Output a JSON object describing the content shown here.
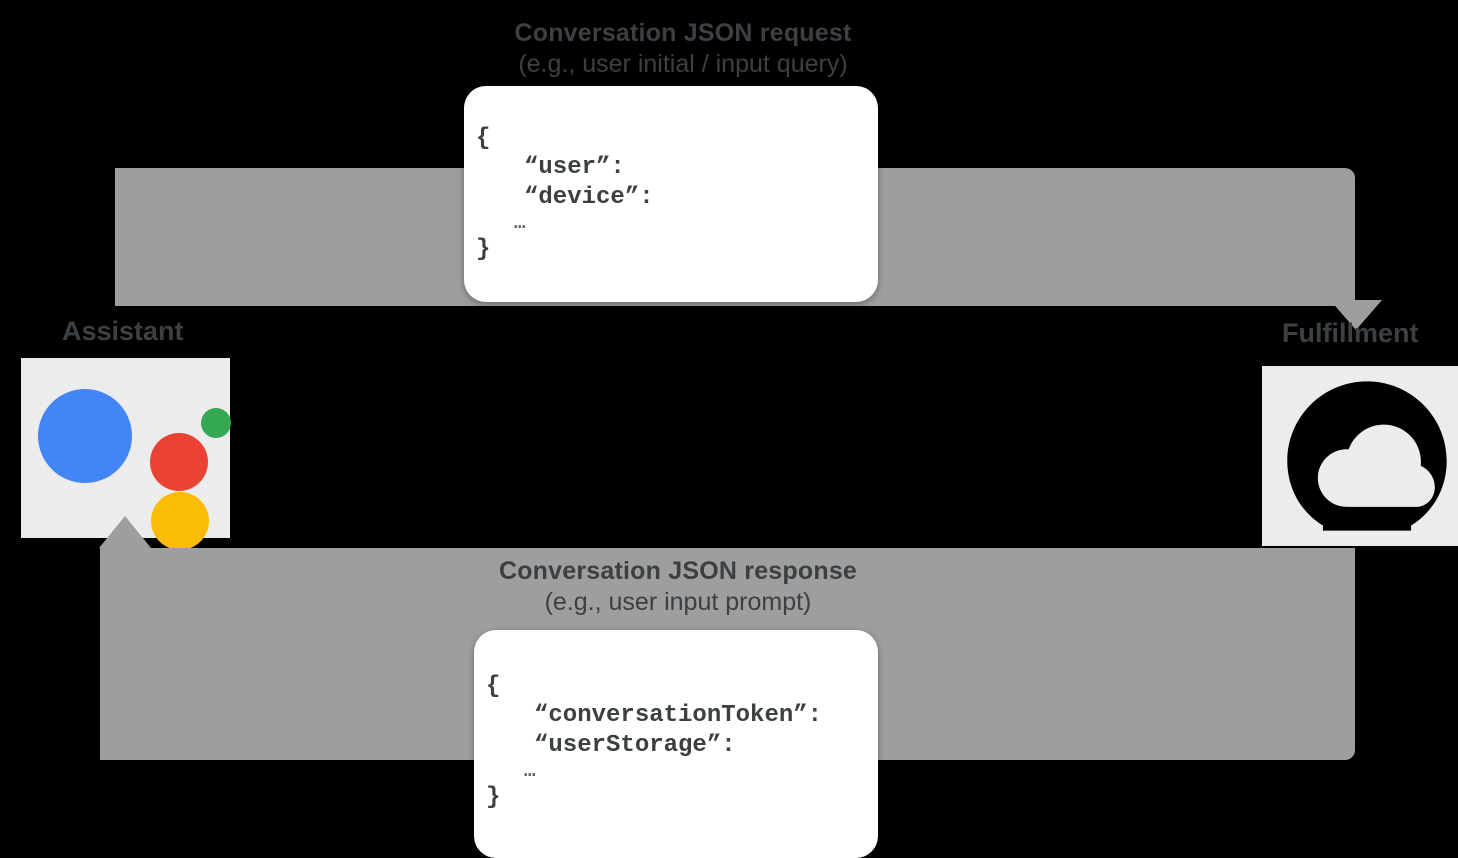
{
  "diagram": {
    "type": "sequence-flow",
    "background_color": "#000000",
    "band_color": "#9e9e9e",
    "request_flow": {
      "title": "Conversation JSON request",
      "subtitle": "(e.g., user initial / input query)",
      "direction": "assistant-to-fulfillment",
      "callout": {
        "open_brace": "{",
        "lines": [
          "“user”:",
          "“device”:"
        ],
        "ellipsis": "…",
        "close_brace": "}"
      }
    },
    "response_flow": {
      "title": "Conversation JSON response",
      "subtitle": "(e.g., user input prompt)",
      "direction": "fulfillment-to-assistant",
      "callout": {
        "open_brace": "{",
        "lines": [
          "“conversationToken”:",
          "“userStorage”:"
        ],
        "ellipsis": "…",
        "close_brace": "}"
      }
    },
    "endpoints": [
      {
        "id": "assistant",
        "label": "Assistant",
        "icon": "google-assistant-icon",
        "tile_color": "#ececec",
        "colors": {
          "blue": "#4285f4",
          "red": "#ea4335",
          "yellow": "#fbbc05",
          "green": "#34a853"
        }
      },
      {
        "id": "fulfillment",
        "label": "Fulfillment",
        "icon": "google-cloud-icon",
        "tile_color": "#ececec",
        "colors": {
          "mark": "#000000"
        }
      }
    ]
  }
}
